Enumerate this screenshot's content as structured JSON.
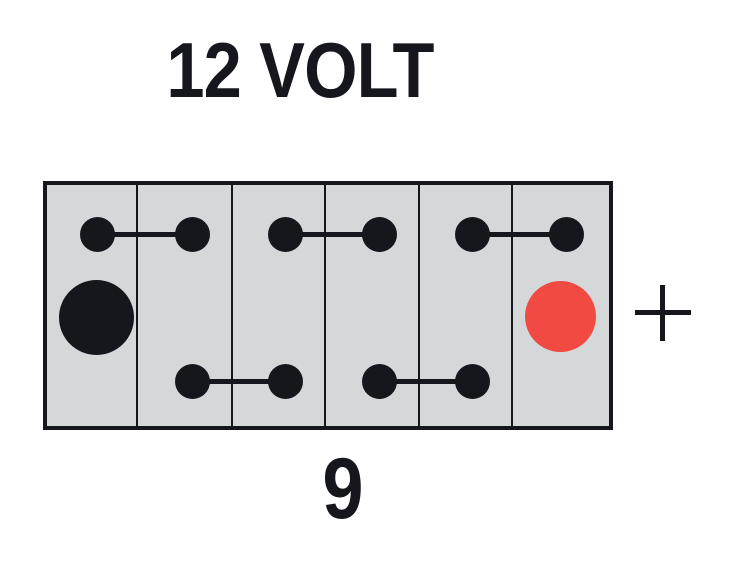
{
  "diagram": {
    "title": "12 VOLT",
    "bottom_label": "9",
    "polarity_marker": "+",
    "colors": {
      "ink": "#16161d",
      "case_fill": "#d4d8d9",
      "positive_terminal": "#f04a42",
      "negative_terminal": "#16161d",
      "background": "#ffffff"
    },
    "battery": {
      "cell_count": 6,
      "divider_count": 5,
      "negative_terminal_label": "negative-terminal",
      "positive_terminal_label": "positive-terminal"
    },
    "connectors": {
      "top_row_count": 3,
      "bottom_row_count": 2
    },
    "icon_names": {
      "plus": "plus-icon",
      "negative_terminal": "negative-terminal-icon",
      "positive_terminal": "positive-terminal-icon",
      "cell_dot": "cell-post-icon",
      "cell_strap": "cell-connector-strap"
    }
  }
}
